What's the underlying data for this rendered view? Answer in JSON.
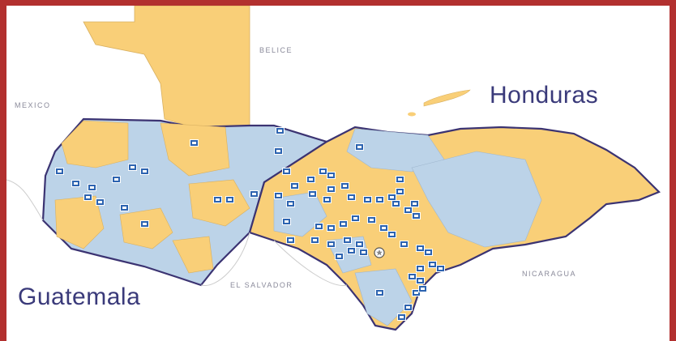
{
  "labels": {
    "honduras": "Honduras",
    "guatemala": "Guatemala",
    "mexico": "MEXICO",
    "belice": "BELICE",
    "el_salvador": "EL SALVADOR",
    "nicaragua": "NICARAGUA"
  },
  "colors": {
    "frame": "#b2302f",
    "land_yellow": "#f9cf78",
    "land_blue": "#bcd3e8",
    "lake": "#a9c6e3",
    "border": "#3b3372",
    "marker": "#2c63b0"
  },
  "icons": {
    "marker": "school-marker-icon",
    "center": "capital-star-icon"
  }
}
